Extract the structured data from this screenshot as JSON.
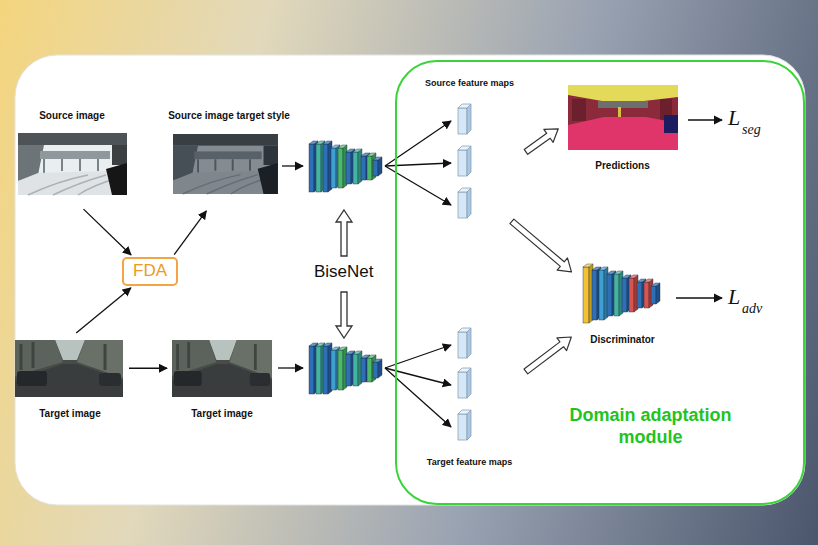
{
  "diagram": {
    "nodes": [
      {
        "text": [
          "Source image"
        ]
      },
      {
        "text": [
          "Source image target style"
        ]
      },
      {
        "text": [
          "FDA"
        ]
      },
      {
        "text": [
          "Target image"
        ]
      },
      {
        "text": [
          "Target image"
        ]
      },
      {
        "text": [
          "Domain adaptation module"
        ]
      },
      {
        "text": [
          "Source feature maps"
        ],
        "in": 5
      },
      {
        "text": [
          "Predictions"
        ],
        "in": 5
      },
      {
        "text": [
          "Discriminator"
        ],
        "in": 5
      },
      {
        "text": [
          "Target feature maps"
        ],
        "in": 5
      }
    ],
    "edges": [
      {
        "from": 0,
        "to": 2,
        "arrow": "to"
      },
      {
        "from": 3,
        "to": 2,
        "arrow": "to"
      },
      {
        "from": 2,
        "to": 1,
        "arrow": "to"
      },
      {
        "from": 3,
        "to": 4,
        "arrow": "to"
      },
      {
        "from": 6,
        "to": 7,
        "arrow": "to"
      },
      {
        "from": 6,
        "to": 8,
        "arrow": "to"
      },
      {
        "from": 9,
        "to": 8,
        "arrow": "to"
      }
    ],
    "labels": [
      "BiseNet",
      "L",
      "seg",
      "L",
      "adv"
    ]
  }
}
